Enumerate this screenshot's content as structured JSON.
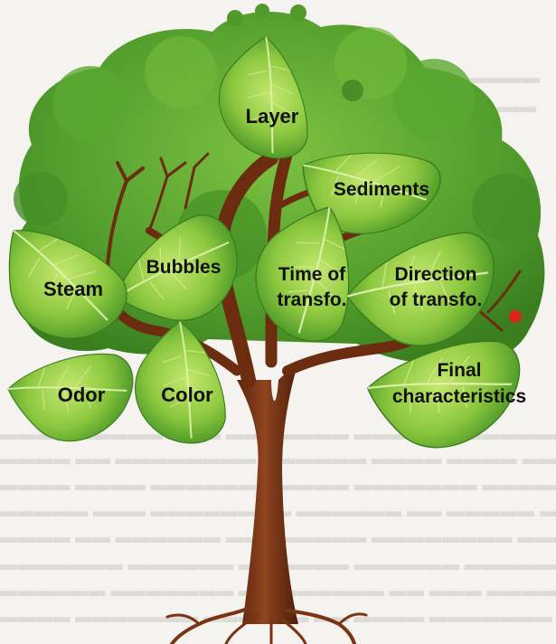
{
  "labels": {
    "layer": "Layer",
    "sediments": "Sediments",
    "bubbles": "Bubbles",
    "steam": "Steam",
    "time_1": "Time of",
    "time_2": "transfo.",
    "direction_1": "Direction",
    "direction_2": "of transfo.",
    "odor": "Odor",
    "color": "Color",
    "final_1": "Final",
    "final_2": "characteristics"
  },
  "colors": {
    "canopy": "#4f9a2b",
    "canopy_light": "#7cc242",
    "leaf": "#8dc83f",
    "leaf_dark": "#3f8f24",
    "trunk": "#7a3414",
    "fruit": "#d8261c"
  }
}
